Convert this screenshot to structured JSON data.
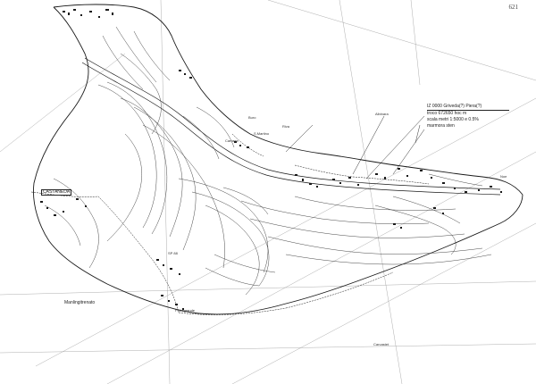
{
  "page": {
    "number": "621"
  },
  "note": {
    "lines": [
      "IZ 0000 Griveda(?) Piera(?)",
      "troco 672650 hoc m",
      "scala metri 1:5000 e 0.5%",
      "marmora sten"
    ]
  },
  "labels": {
    "west_main": "CASTANEDA",
    "southwest": "Manlingitrenato",
    "center_main": "Albinara",
    "village_a": "S.Martino",
    "village_b": "Riva",
    "village_c": "Buro",
    "village_d": "Carnera",
    "village_e": "Pratogrande",
    "road_mark": "SP 88",
    "east_mark": "Noe",
    "scale_mark": "Carcastet"
  },
  "colors": {
    "ink": "#1a1a1a",
    "paper": "#ffffff",
    "hatch": "#555555"
  }
}
